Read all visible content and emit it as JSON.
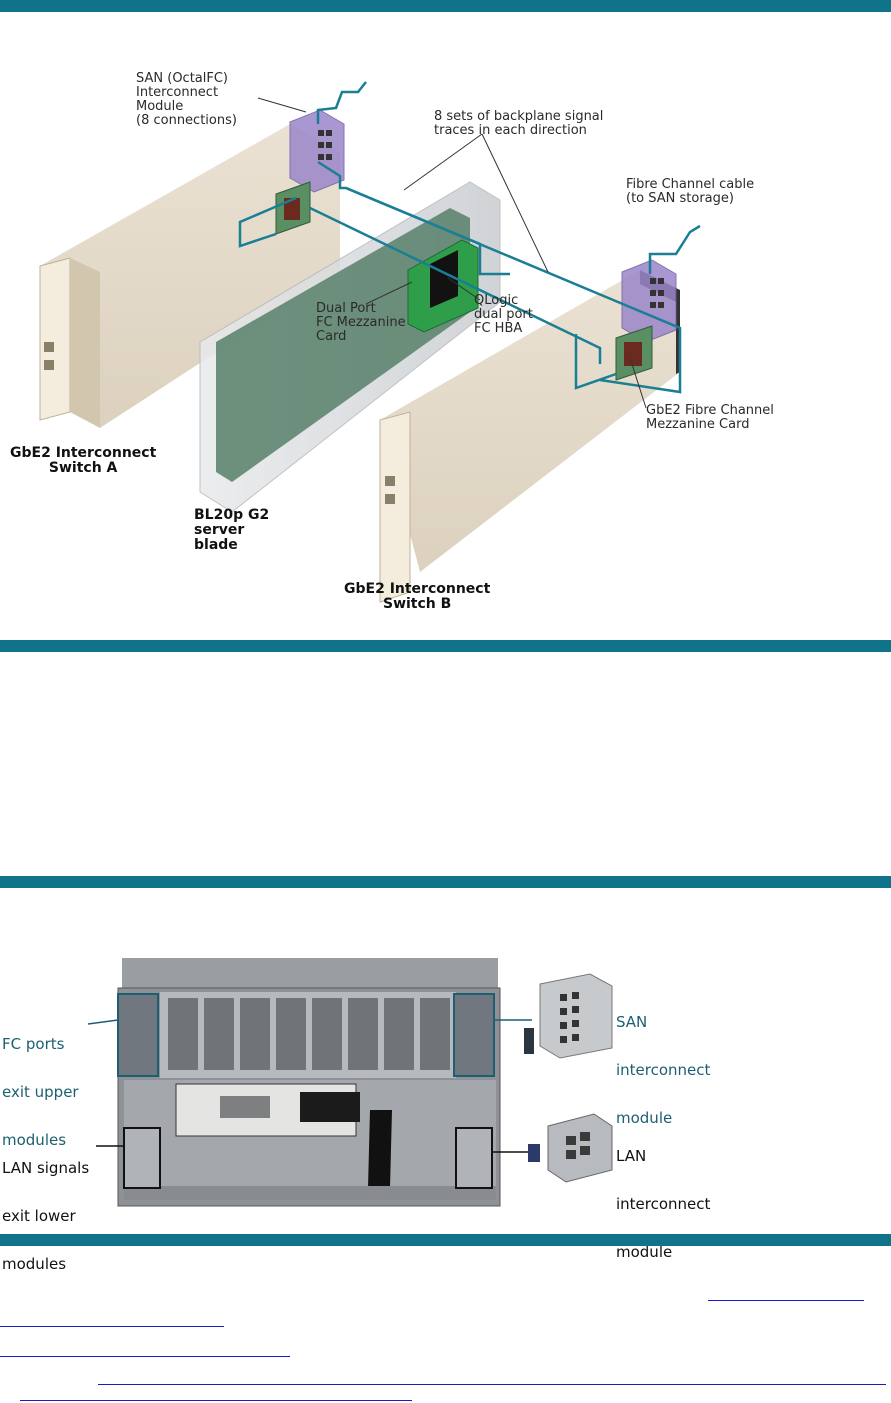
{
  "figure1": {
    "labels": {
      "san_module": [
        "SAN (OctalFC)",
        "Interconnect",
        "Module",
        "(8 connections)"
      ],
      "backplane": [
        "8 sets of backplane signal",
        "traces in each direction"
      ],
      "fc_cable": [
        "Fibre Channel cable",
        "(to SAN storage)"
      ],
      "dual_port_card": [
        "Dual Port",
        "FC Mezzanine",
        "Card"
      ],
      "qlogic": [
        "QLogic",
        "dual port",
        "FC HBA"
      ],
      "gbe2_fc_card": [
        "GbE2 Fibre Channel",
        "Mezzanine Card"
      ],
      "switch_a": [
        "GbE2 Interconnect",
        "Switch A"
      ],
      "server_blade": [
        "BL20p G2",
        "server",
        "blade"
      ],
      "switch_b": [
        "GbE2 Interconnect",
        "Switch B"
      ]
    }
  },
  "figure2": {
    "labels": {
      "fc_ports": [
        "FC ports",
        "exit upper",
        "modules"
      ],
      "lan_signals": [
        "LAN signals",
        "exit lower",
        "modules"
      ],
      "san_module": [
        "SAN",
        "interconnect",
        "module"
      ],
      "lan_module": [
        "LAN",
        "interconnect",
        "module"
      ]
    }
  },
  "colors": {
    "band": "#0f7389",
    "trace": "#1a7f95",
    "label_blue": "#1d5f72",
    "link": "#1a1acc"
  }
}
